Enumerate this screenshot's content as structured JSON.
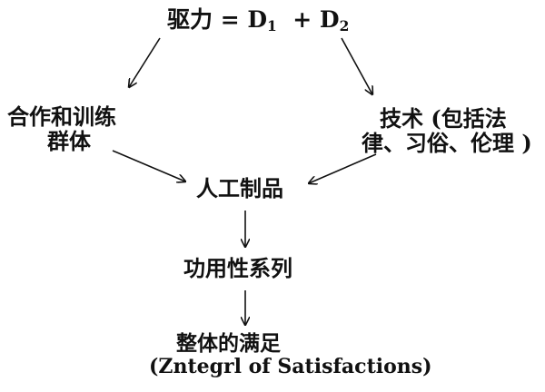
{
  "diagram": {
    "drive": {
      "prefix": "驱力 = D",
      "d1_sub": "1",
      "plus": "+ D",
      "d2_sub": "2"
    },
    "cooperation": {
      "line1": "合作和训练",
      "line2": "群体"
    },
    "technology": {
      "line1": "技术 (包括法",
      "line2": "律、习俗、伦理 )"
    },
    "artifacts": {
      "label": "人工制品"
    },
    "utility": {
      "label": "功用性系列"
    },
    "satisfaction": {
      "line1": "整体的满足",
      "line2": "(Zntegrl of Satisfactions)"
    }
  },
  "colors": {
    "ink": "#111111",
    "background": "#ffffff"
  }
}
